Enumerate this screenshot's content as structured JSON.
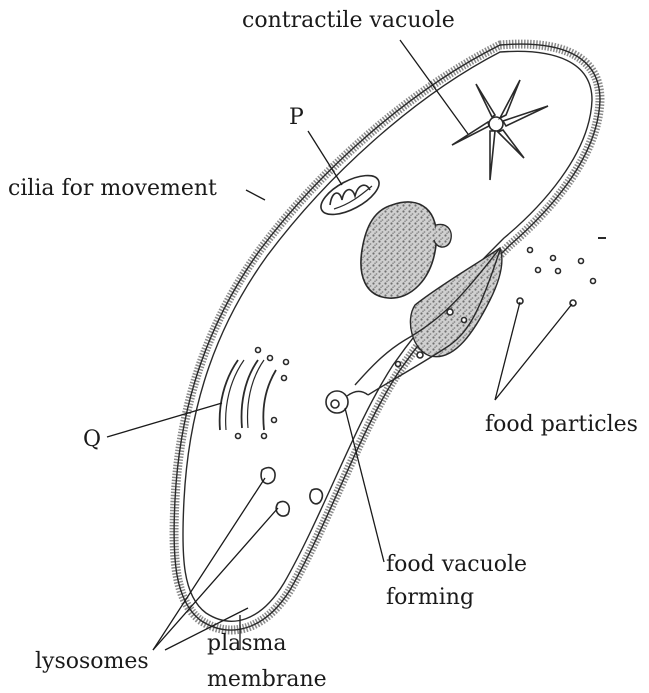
{
  "labels": {
    "contractile_vacuole": "contractile vacuole",
    "p": "P",
    "cilia": "cilia for movement",
    "q": "Q",
    "food_particles": "food particles",
    "food_vacuole_line1": "food vacuole",
    "food_vacuole_line2": "forming",
    "lysosomes": "lysosomes",
    "plasma_membrane_line1": "plasma",
    "plasma_membrane_line2": "membrane"
  },
  "colors": {
    "ink": "#1a1a1a",
    "cilia_texture": "#8a8a8a",
    "nucleus_fill": "#b5b5b5",
    "background": "#ffffff"
  }
}
